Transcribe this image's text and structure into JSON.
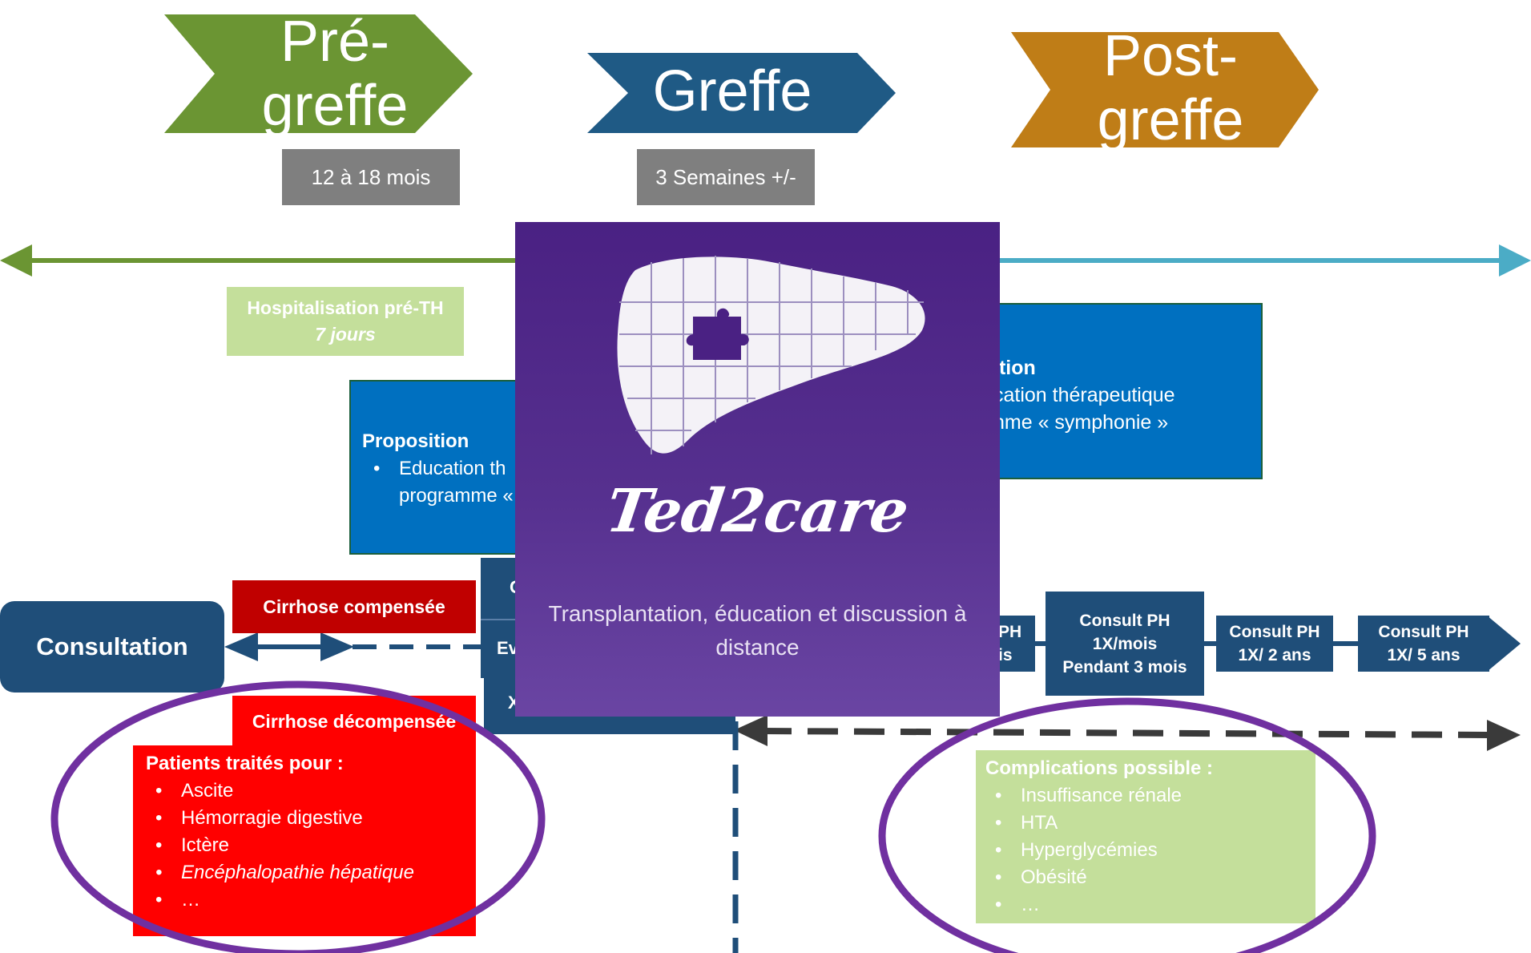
{
  "phases": [
    {
      "label_line1": "Pré-",
      "label_line2": "greffe",
      "color": "#6b9533"
    },
    {
      "label": "Greffe",
      "color": "#1f5a85"
    },
    {
      "label_line1": "Post-",
      "label_line2": "greffe",
      "color": "#bf7d17"
    }
  ],
  "durations": {
    "pre": "12 à 18 mois",
    "greffe": "3  Semaines  +/-"
  },
  "hospitalisation": {
    "line1": "Hospitalisation pré-TH",
    "line2": "7 jours"
  },
  "proposition_left": {
    "title": "Proposition",
    "line1": "Education th",
    "line2": "programme «"
  },
  "proposition_right": {
    "title": "ition",
    "line1": "cation thérapeutique",
    "line2": "nme « symphonie »"
  },
  "consultation": "Consultation",
  "cirrhose_compensee": "Cirrhose compensée",
  "cirrhose_decompensee": "Cirrhose décompensée",
  "middle_fragments": {
    "a": "C",
    "b": "Ev",
    "c": "X"
  },
  "patients": {
    "title": "Patients traités pour :",
    "items": [
      "Ascite",
      "Hémorragie digestive",
      "Ictère",
      "Encéphalopathie hépatique",
      "…"
    ]
  },
  "consults": [
    {
      "line1": "PH",
      "line2": "is"
    },
    {
      "line1": "Consult PH",
      "line2": "1X/mois",
      "line3": "Pendant 3 mois"
    },
    {
      "line1": "Consult PH",
      "line2": "1X/ 2 ans"
    },
    {
      "line1": "Consult PH",
      "line2": "1X/ 5 ans"
    }
  ],
  "complications": {
    "title": "Complications  possible :",
    "items": [
      "Insuffisance rénale",
      "HTA",
      "Hyperglycémies",
      "Obésité",
      "…"
    ]
  },
  "logo": {
    "brand": "Ted2care",
    "tagline": "Transplantation, éducation et discussion à distance",
    "background": "#4e2a8a"
  },
  "colors": {
    "green_arrow": "#6b9533",
    "teal_arrow": "#4bacc6",
    "ellipse": "#7030a0",
    "red": "#ff0000",
    "dark_red": "#c00000",
    "navy": "#1f4e79",
    "blue": "#0070c0",
    "light_green": "#c4df9b",
    "grey": "#7f7f7f"
  }
}
